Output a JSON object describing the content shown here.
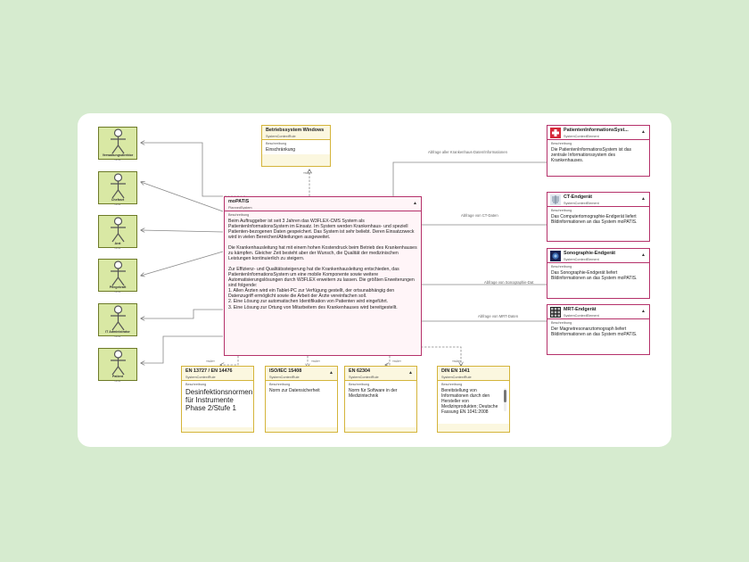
{
  "actors": [
    {
      "name": "Verwaltungsdirektor",
      "stereotype": "Actor"
    },
    {
      "name": "Chefarzt",
      "stereotype": "Actor"
    },
    {
      "name": "Arzt",
      "stereotype": "Actor"
    },
    {
      "name": "Pflegekraft",
      "stereotype": "Actor"
    },
    {
      "name": "IT Administrator",
      "stereotype": "Actor"
    },
    {
      "name": "Patient",
      "stereotype": "Actor"
    }
  ],
  "betriebssystem": {
    "title": "Betriebssystem Windows",
    "stereotype": "SystemContextRule",
    "label": "Beschreibung",
    "text": "Einschränkung"
  },
  "main": {
    "title": "moPATIS",
    "stereotype": "PlannedSystem",
    "label": "Beschreibung",
    "text": "Beim Auftraggeber ist seit 3 Jahren das W3FLEX-CMS System als PatientenInformationsSystem im Einsatz. Im System werden Krankenhaus- und speziell Patienten-bezogenen Daten gespeichert. Das System ist sehr beliebt. Deren Einsatzzweck wird in vielen Bereichen/Abteilungen ausgeweitet.\n\nDie Krankenhausleitung hat mit einem hohen Kostendruck beim Betrieb des Krankenhauses zu kämpfen. Gleicher Zeit besteht aber der Wunsch, die Qualität der medizinischen Leistungen kontinuierlich zu steigern.\n\nZur Effizienz- und Qualitätssteigerung hat die Krankenhausleitung entschieden, das PatientenInformationsSystem um eine mobile Komponente sowie weitere Automatisierungslösungen durch W3FLEX erweitern zu lassen. Die größten Erweiterungen sind folgende:\n1. Allen Ärzten wird ein Tablet-PC zur Verfügung gestellt, der ortsunabhängig den Datenzugriff ermöglicht sowie die Arbeit der Ärzte vereinfachen soll.\n2. Eine Lösung zur automatischen Identifikation von Patienten wird eingeführt.\n3. Eine Lösung zur Ortung von Mitarbeitern des Krankenhauses wird bereitgestellt."
  },
  "elements": [
    {
      "title": "PatientenInformationsSyst...",
      "stereotype": "SystemContextElement",
      "label": "Beschreibung",
      "text": "Die PatientenInformationsSystem ist das zentrale Informationssystem des Krankenhauses.",
      "icon": "red-cross-icon"
    },
    {
      "title": "CT-Endgerät",
      "stereotype": "SystemContextElement",
      "label": "Beschreibung",
      "text": "Das Computertomographie-Endgerät liefert Bildinformationen an das System moPATIS.",
      "icon": "xray-icon"
    },
    {
      "title": "Sonographie-Endgerät",
      "stereotype": "SystemContextElement",
      "label": "Beschreibung",
      "text": "Das Sonographie-Endgerät liefert Bildinformationen an das System moPATIS.",
      "icon": "ultrasound-icon"
    },
    {
      "title": "MRT-Endgerät",
      "stereotype": "SystemContextElement",
      "label": "Beschreibung",
      "text": "Der Magnetresonanztomograph liefert Bildinformationen an das System moPATIS.",
      "icon": "mri-icon"
    }
  ],
  "connectors": {
    "pis": "Abfrage aller Krankenhaus-Daten/Informationen",
    "ct": "Abfrage von CT-Daten",
    "sono": "Abfrage von Sonographie-Dat",
    "mrt": "Abfrage von MRT-Daten"
  },
  "rule_stereotype_label": "«rule»",
  "rules": [
    {
      "title": "EN 13727 / EN 14476",
      "stereotype": "SystemContextRule",
      "label": "Beschreibung",
      "text": "Desinfektionsnormen für Instrumente Phase 2/Stufe 1"
    },
    {
      "title": "ISO/IEC 15408",
      "stereotype": "SystemContextRule",
      "label": "Beschreibung",
      "text": "Norm zur Datensicherheit"
    },
    {
      "title": "EN 62304",
      "stereotype": "SystemContextRule",
      "label": "Beschreibung",
      "text": "Norm für Software in der Medizintechnik"
    },
    {
      "title": "DIN EN 1041",
      "stereotype": "SystemContextRule",
      "label": "Beschreibung",
      "text": "Bereitstellung von Informationen durch den Hersteller von Medizinprodukten; Deutsche Fassung EN 1041:2008"
    }
  ],
  "colors": {
    "background": "#d6ebcf",
    "actor_fill": "#d9e8a4",
    "rule_border": "#d4b43a",
    "element_border": "#b5316a"
  }
}
